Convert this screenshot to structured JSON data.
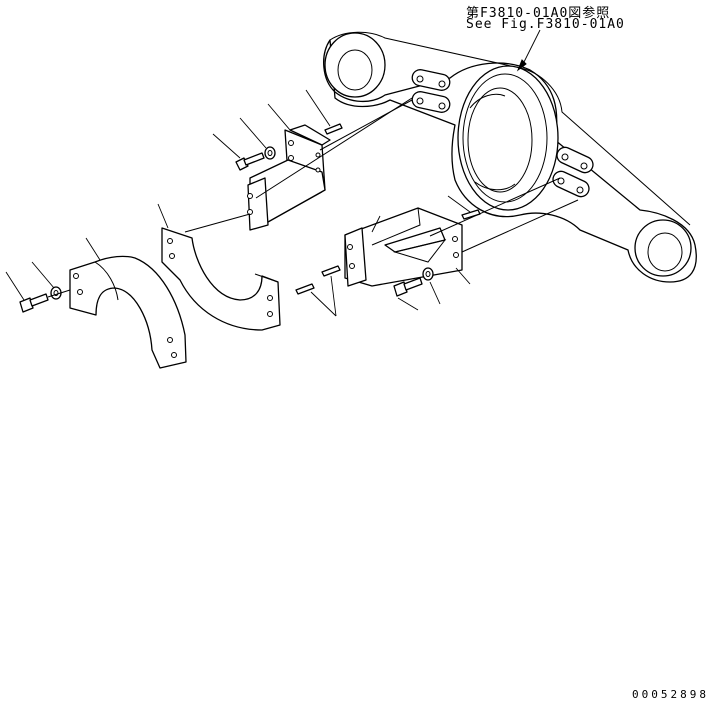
{
  "reference": {
    "japanese": "第F3810-01A0図参照",
    "english": "See Fig.F3810-01A0"
  },
  "drawing_number": "00052898",
  "colors": {
    "line": "#000000",
    "background": "#ffffff"
  }
}
